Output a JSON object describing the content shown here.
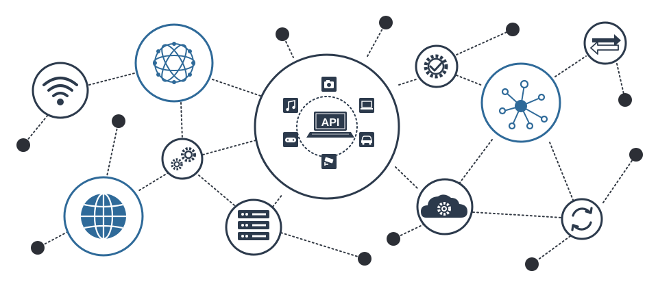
{
  "diagram": {
    "center_label": "API",
    "colors": {
      "dark": "#2c3a4c",
      "blue": "#2f6a99",
      "line": "#333a44",
      "white": "#ffffff"
    },
    "nodes": [
      {
        "id": "api-hub",
        "icon": "api-laptop-icon"
      },
      {
        "id": "wifi",
        "icon": "wifi-icon"
      },
      {
        "id": "atom",
        "icon": "atom-network-icon"
      },
      {
        "id": "gears",
        "icon": "gears-icon"
      },
      {
        "id": "globe",
        "icon": "globe-icon"
      },
      {
        "id": "server",
        "icon": "server-icon"
      },
      {
        "id": "settings-check",
        "icon": "gear-check-icon"
      },
      {
        "id": "hub-network",
        "icon": "hub-network-icon"
      },
      {
        "id": "transfer",
        "icon": "transfer-arrows-icon"
      },
      {
        "id": "cloud-settings",
        "icon": "cloud-gear-icon"
      },
      {
        "id": "sync",
        "icon": "sync-icon"
      }
    ],
    "satellite_icons": [
      "camera-icon",
      "laptop-icon",
      "car-icon",
      "cctv-icon",
      "gamepad-icon",
      "music-note-icon"
    ]
  }
}
